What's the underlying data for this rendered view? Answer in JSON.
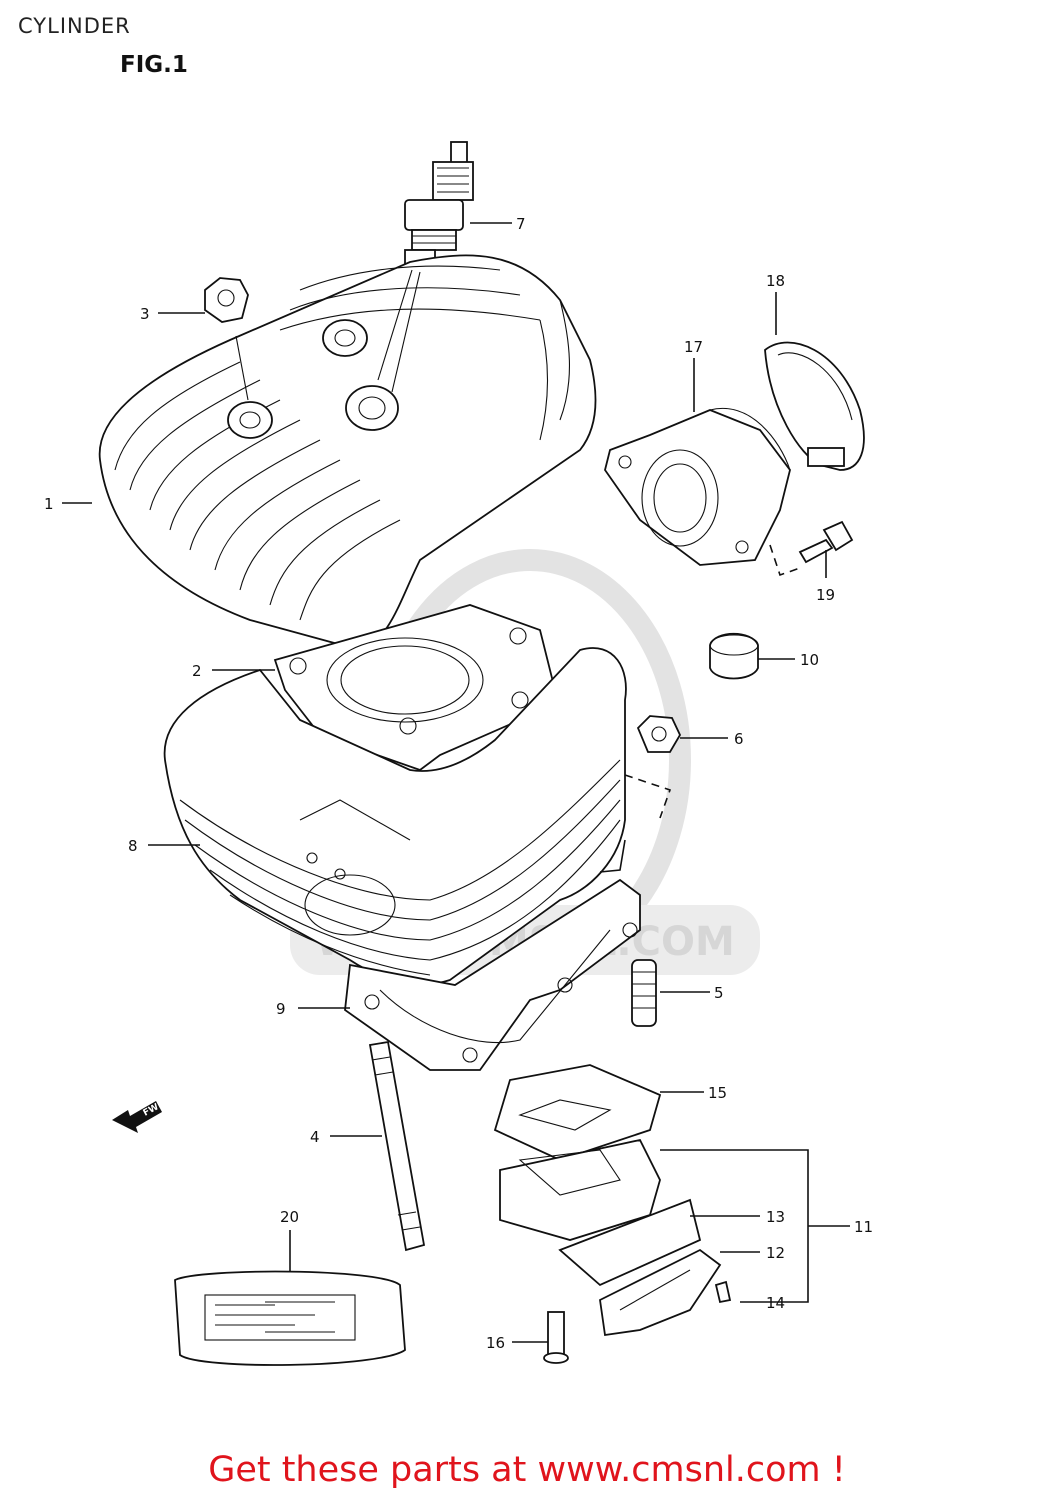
{
  "header": {
    "title": "CYLINDER",
    "figure": "FIG.1"
  },
  "watermark": {
    "text": "WWW.CMSNL.COM",
    "color": "#d6d6d6"
  },
  "fwd_marker": {
    "text": "FWD",
    "icon": "fwd-arrow-icon"
  },
  "callouts": {
    "c1": "1",
    "c2": "2",
    "c3": "3",
    "c4": "4",
    "c5": "5",
    "c6": "6",
    "c7": "7",
    "c8": "8",
    "c9": "9",
    "c10": "10",
    "c11": "11",
    "c12": "12",
    "c13": "13",
    "c14": "14",
    "c15": "15",
    "c16": "16",
    "c17": "17",
    "c18": "18",
    "c19": "19",
    "c20": "20"
  },
  "banner": {
    "text": "Get these parts at www.cmsnl.com !",
    "color": "#e0141c"
  }
}
